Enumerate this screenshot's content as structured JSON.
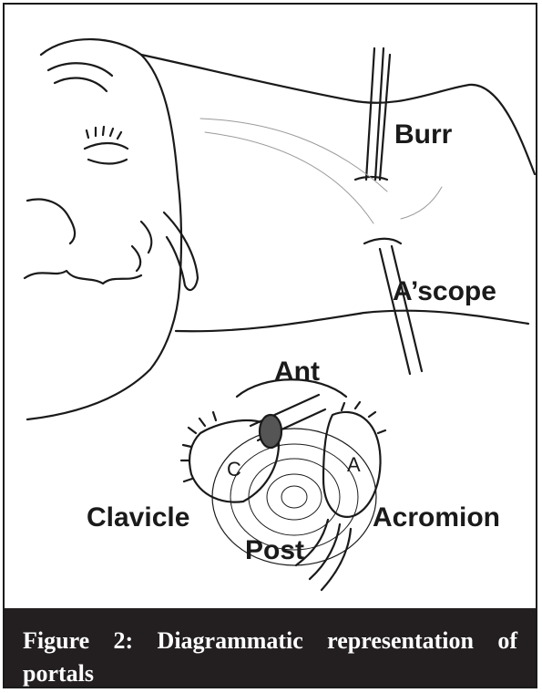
{
  "labels": {
    "burr": "Burr",
    "arthroscope": "A’scope",
    "anterior": "Ant",
    "clavicle": "Clavicle",
    "acromion": "Acromion",
    "posterior": "Post",
    "clavicle_letter": "C",
    "acromion_letter": "A"
  },
  "caption": {
    "text": "Figure 2: Diagrammatic representation of portals"
  },
  "colors": {
    "caption_background": "#231f20",
    "caption_text": "#ffffff",
    "ink": "#1a1a1a",
    "frame": "#1a1a1a"
  }
}
